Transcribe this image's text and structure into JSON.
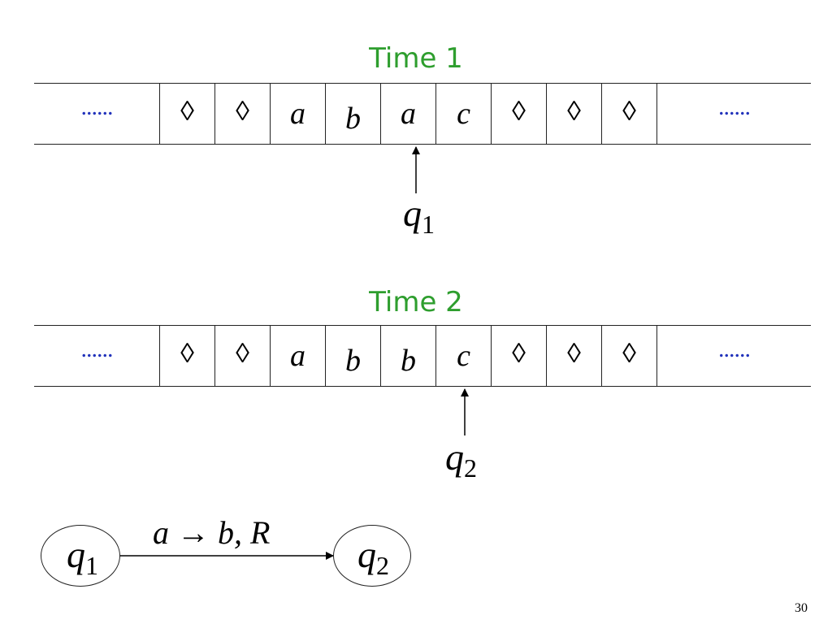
{
  "colors": {
    "title": "#2e9e2e",
    "dots": "#2233bb"
  },
  "time1": {
    "title": "Time 1",
    "cells": [
      "......",
      "◊",
      "◊",
      "a",
      "b",
      "a",
      "c",
      "◊",
      "◊",
      "◊",
      "......"
    ],
    "head_state": "q",
    "head_index": "1"
  },
  "time2": {
    "title": "Time 2",
    "cells": [
      "......",
      "◊",
      "◊",
      "a",
      "b",
      "b",
      "c",
      "◊",
      "◊",
      "◊",
      "......"
    ],
    "head_state": "q",
    "head_index": "2"
  },
  "transition": {
    "from_state": "q",
    "from_index": "1",
    "to_state": "q",
    "to_index": "2",
    "read": "a",
    "arrow": "→",
    "write": "b",
    "move": ", R"
  },
  "page_number": "30"
}
